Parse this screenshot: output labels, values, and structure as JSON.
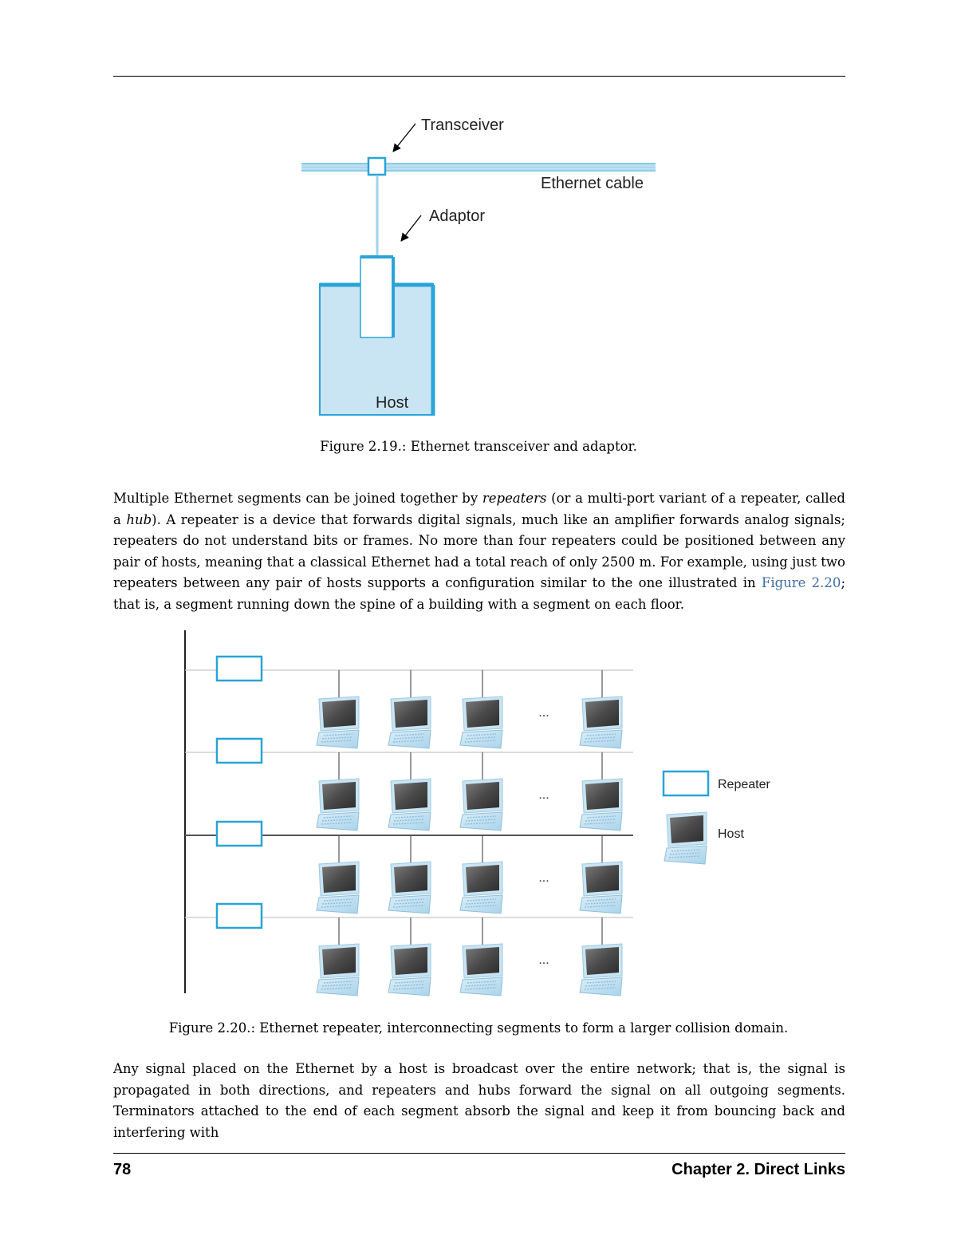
{
  "figure19": {
    "labels": {
      "transceiver": "Transceiver",
      "ethernet_cable": "Ethernet cable",
      "adaptor": "Adaptor",
      "host": "Host"
    },
    "caption": "Figure 2.19.: Ethernet transceiver and adaptor.",
    "colors": {
      "cable": "#b9dff0",
      "component_stroke": "#2aa3d8",
      "host_fill": "#c9e4f2"
    }
  },
  "paragraph1": {
    "t1": "Multiple Ethernet segments can be joined together by ",
    "em1": "repeaters",
    "t2": " (or a multi-port variant of a repeater, called a ",
    "em2": "hub",
    "t3": "). A repeater is a device that forwards digital signals, much like an amplifier forwards analog signals; repeaters do not understand bits or frames. No more than four repeaters could be positioned between any pair of hosts, meaning that a classical Ethernet had a total reach of only 2500 m. For example, using just two repeaters between any pair of hosts supports a configuration similar to the one illustrated in ",
    "link": "Figure 2.20",
    "t4": "; that is, a segment running down the spine of a building with a segment on each floor."
  },
  "figure20": {
    "ellipsis": "...",
    "legend": {
      "repeater": "Repeater",
      "host": "Host"
    },
    "caption": "Figure 2.20.: Ethernet repeater, interconnecting segments to form a larger collision domain."
  },
  "paragraph2": {
    "text": "Any signal placed on the Ethernet by a host is broadcast over the entire network; that is, the signal is propagated in both directions, and repeaters and hubs forward the signal on all outgoing segments. Terminators attached to the end of each segment absorb the signal and keep it from bouncing back and interfering with"
  },
  "footer": {
    "page_number": "78",
    "chapter": "Chapter 2.  Direct Links"
  }
}
